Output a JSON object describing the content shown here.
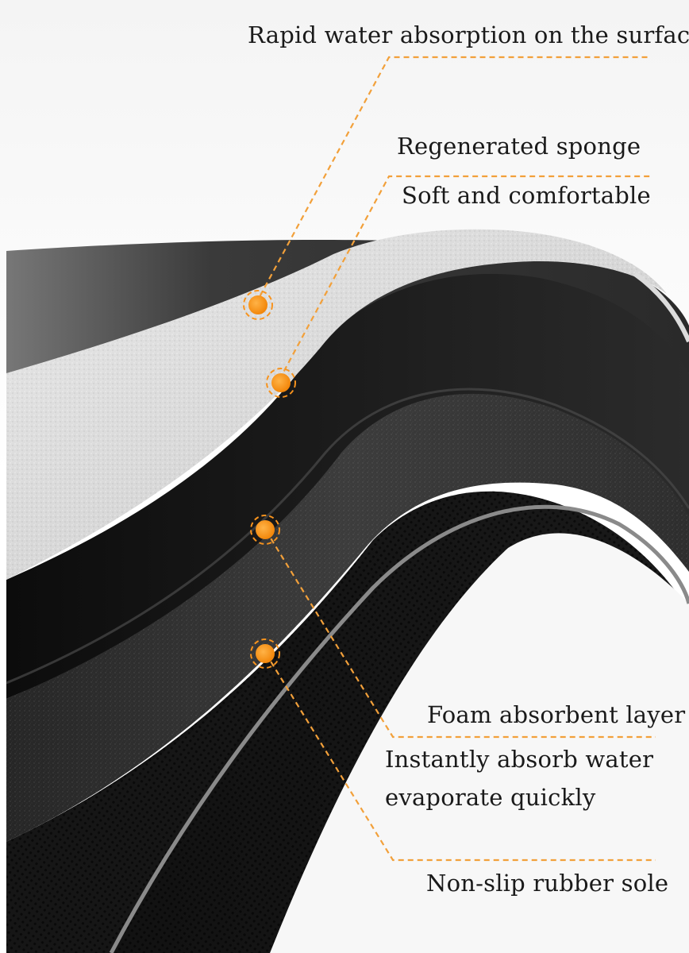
{
  "callouts": [
    {
      "id": "surface",
      "lines": [
        "Rapid water absorption on the surface"
      ]
    },
    {
      "id": "sponge",
      "lines": [
        "Regenerated sponge",
        "Soft and comfortable"
      ]
    },
    {
      "id": "foam",
      "lines": [
        "Foam absorbent layer",
        "Instantly absorb water",
        "evaporate quickly"
      ]
    },
    {
      "id": "sole",
      "lines": [
        "Non-slip rubber sole"
      ]
    }
  ],
  "colors": {
    "accent": "#f7931e",
    "leader_line": "#f2a03a",
    "surface_layer": "#eaeaea",
    "sponge_layer": "#1c1c1c",
    "foam_layer": "#3a3a3a",
    "sole_layer": "#141414",
    "background": "#ffffff"
  }
}
